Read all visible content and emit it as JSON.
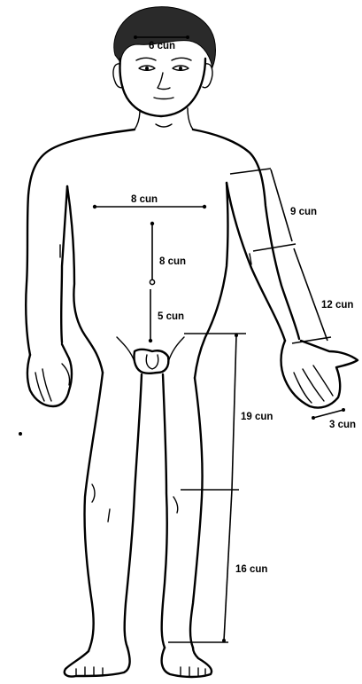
{
  "labels": {
    "head_width": "6 cun",
    "chest_width": "8 cun",
    "upper_abdomen": "8 cun",
    "lower_abdomen": "5 cun",
    "upper_arm": "9 cun",
    "forearm": "12 cun",
    "hand": "3 cun",
    "thigh": "19 cun",
    "lower_leg": "16 cun"
  }
}
